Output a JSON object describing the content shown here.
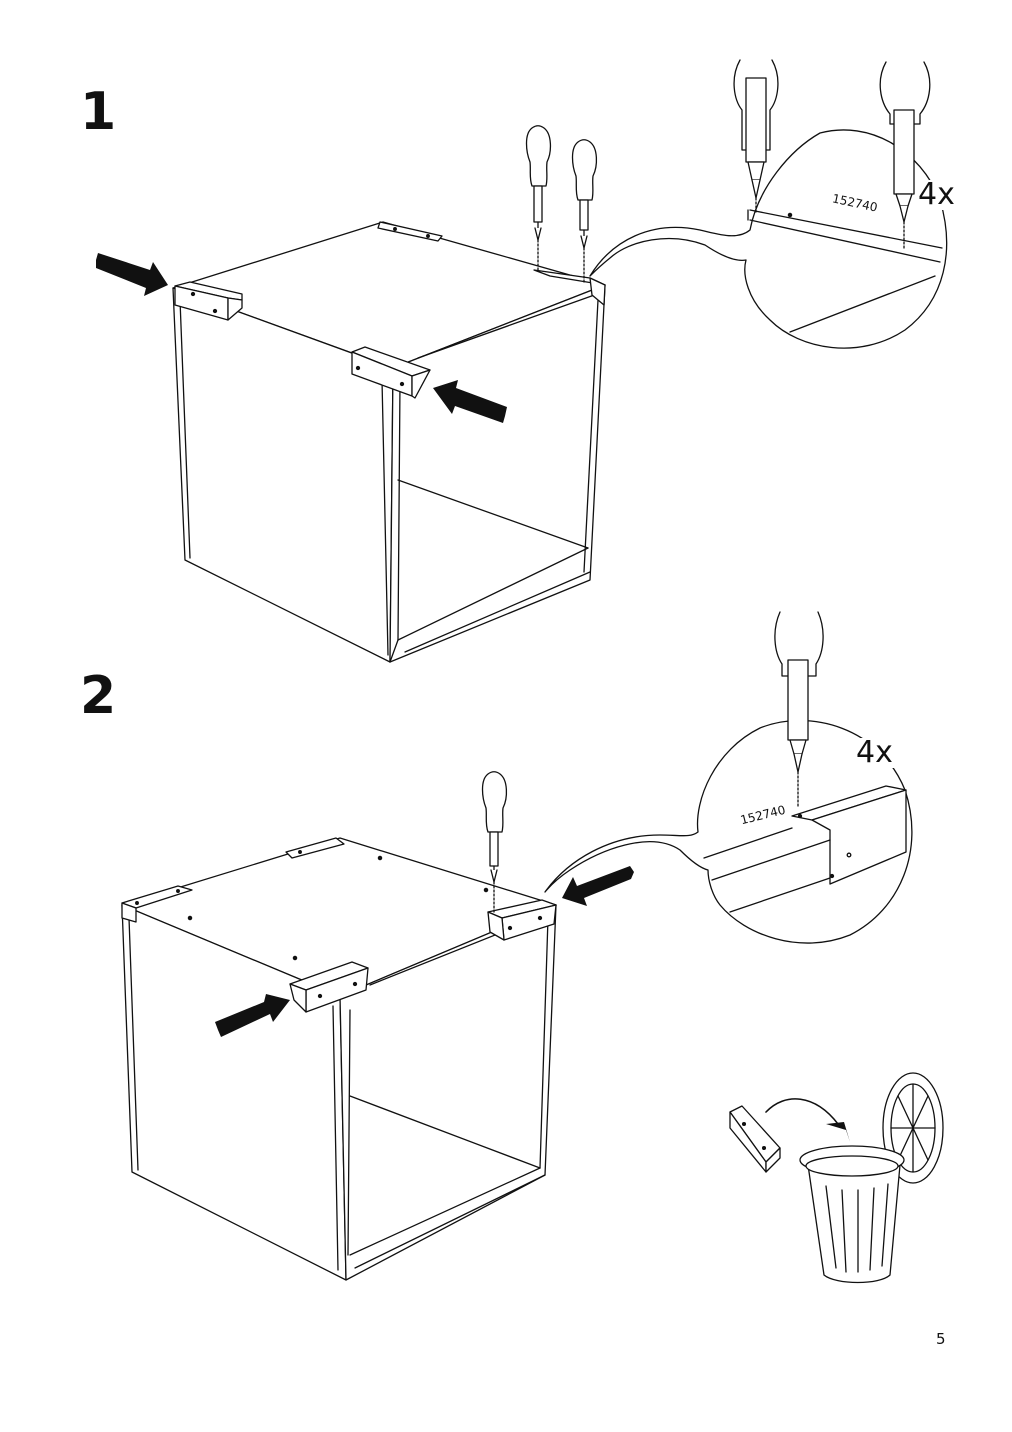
{
  "steps": [
    {
      "number": "1",
      "quantity": "4x",
      "part_number": "152740"
    },
    {
      "number": "2",
      "quantity": "4x",
      "part_number": "152740"
    }
  ],
  "page_number": "5",
  "icons": [
    "arrow-icon",
    "screwdriver-icon",
    "corner-bracket-icon",
    "trash-bin-icon"
  ]
}
